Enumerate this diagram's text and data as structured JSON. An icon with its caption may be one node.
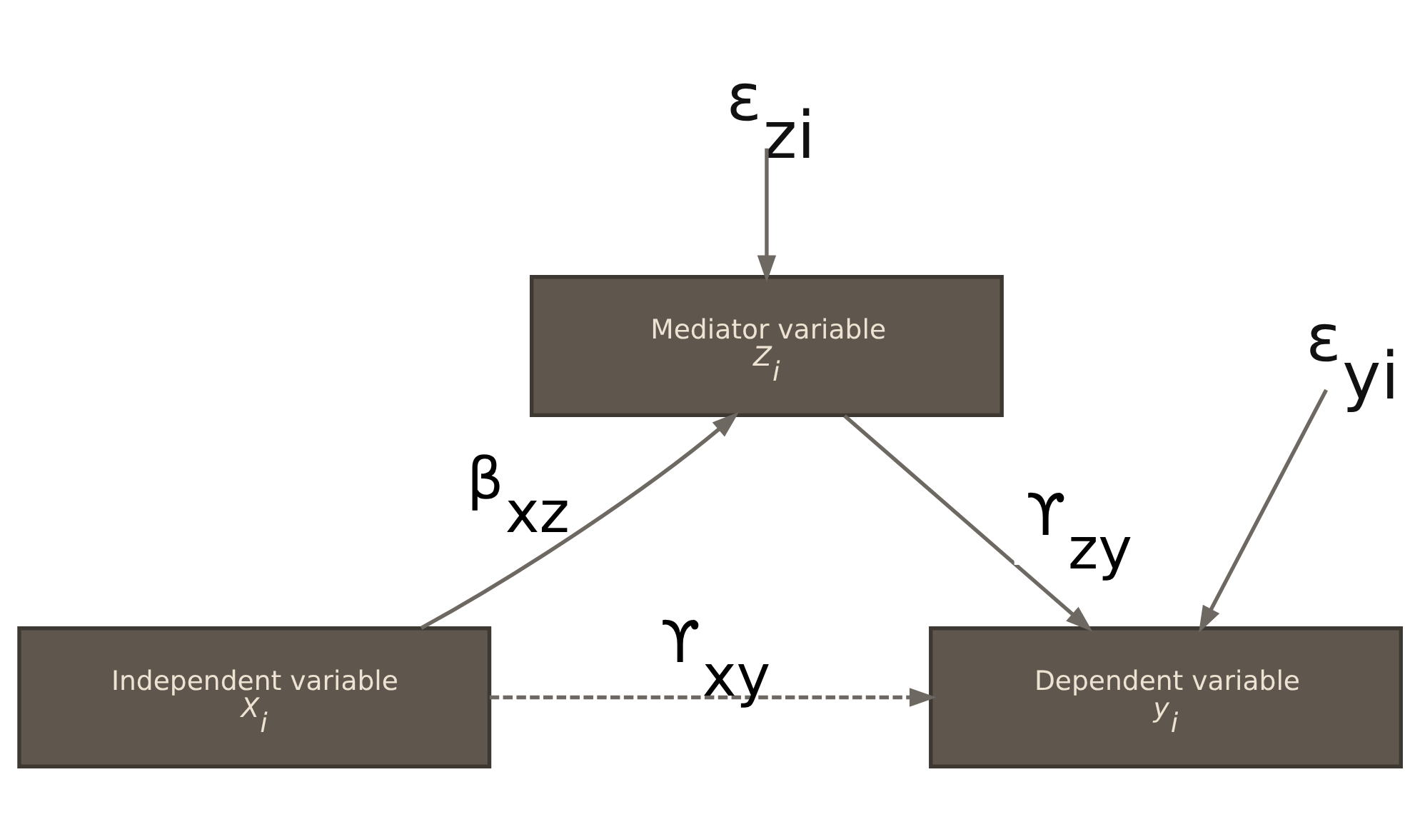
{
  "diagram": {
    "nodes": [
      {
        "text": [
          "Mediator variable",
          "Z$_{i}$"
        ]
      },
      {
        "text": [
          "Independent variable",
          "X$_{i}$"
        ]
      },
      {
        "text": [
          "Dependent variable",
          "y$_{i}$"
        ]
      },
      {
        "text": [
          "ε$_{zi}$"
        ]
      },
      {
        "text": [
          "ε$_{yi}$"
        ]
      }
    ],
    "edges": [
      {
        "from": 3,
        "to": 0,
        "arrow": "to"
      },
      {
        "from": 1,
        "to": 0,
        "arrow": "to",
        "label": "β$_{xz}$"
      },
      {
        "from": 0,
        "to": 2,
        "arrow": "to",
        "label": "ϒ$_{zy}$"
      },
      {
        "from": 4,
        "to": 2,
        "arrow": "to"
      },
      {
        "from": 1,
        "to": 2,
        "arrow": "to",
        "label": "ϒ$_{xy}$",
        "style": "dashed"
      }
    ]
  }
}
